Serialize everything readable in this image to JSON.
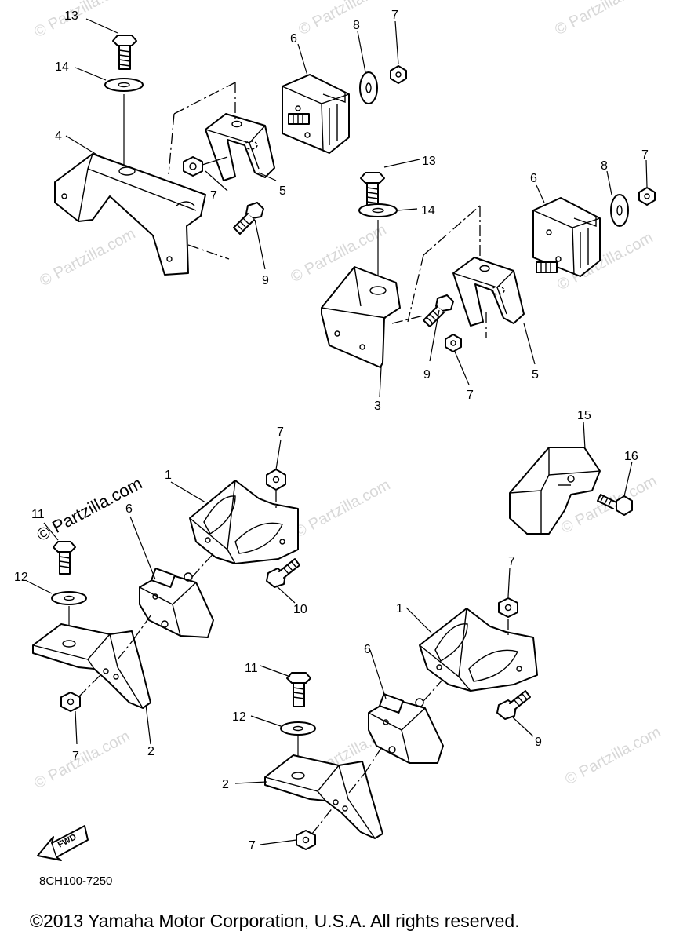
{
  "watermark": {
    "text": "© Partzilla.com"
  },
  "diagram_code": "8CH100-7250",
  "copyright": "©2013 Yamaha Motor Corporation, U.S.A. All rights reserved.",
  "fwd_label": "FWD",
  "callouts": {
    "c13a": "13",
    "c14a": "14",
    "c4": "4",
    "c6a": "6",
    "c8a": "8",
    "c7a": "7",
    "c7b": "7",
    "c5a": "5",
    "c9a": "9",
    "c13b": "13",
    "c14b": "14",
    "c6b": "6",
    "c8b": "8",
    "c7c": "7",
    "c9b": "9",
    "c7d": "7",
    "c5b": "5",
    "c3": "3",
    "c15": "15",
    "c16": "16",
    "c7e": "7",
    "c1a": "1",
    "c11a": "11",
    "c6c": "6",
    "c12a": "12",
    "c10": "10",
    "c7f": "7",
    "c2a": "2",
    "c7g": "7",
    "c1b": "1",
    "c6d": "6",
    "c11b": "11",
    "c12b": "12",
    "c9c": "9",
    "c2b": "2",
    "c7h": "7"
  }
}
